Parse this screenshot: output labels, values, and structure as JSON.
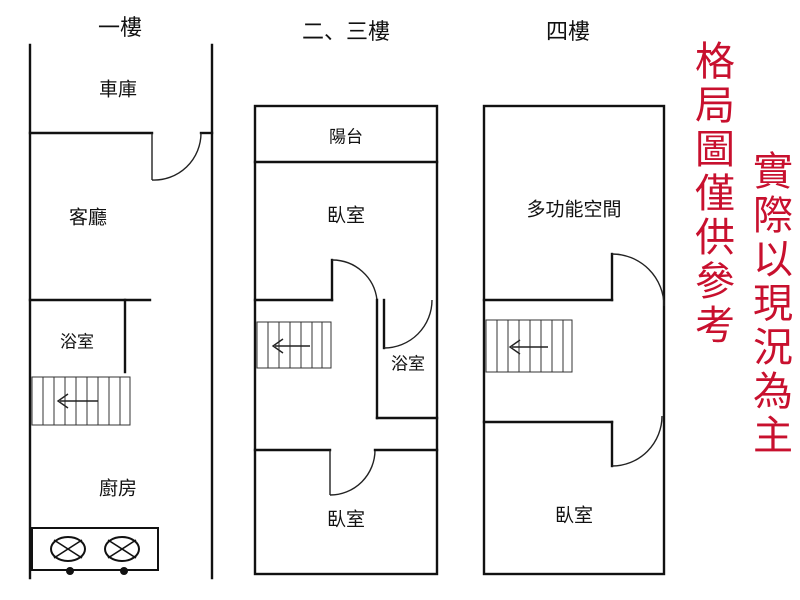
{
  "floors": {
    "f1": {
      "title": "一樓",
      "rooms": {
        "garage": "車庫",
        "living": "客廳",
        "bath": "浴室",
        "kitchen": "廚房"
      }
    },
    "f23": {
      "title": "二、三樓",
      "rooms": {
        "balcony": "陽台",
        "bedroom_front": "臥室",
        "bath": "浴室",
        "bedroom_back": "臥室"
      }
    },
    "f4": {
      "title": "四樓",
      "rooms": {
        "multi": "多功能空間",
        "bedroom": "臥室"
      }
    }
  },
  "notes": {
    "left": "格局圖僅供參考",
    "right": "實際以現況為主",
    "color": "#c8102e"
  }
}
